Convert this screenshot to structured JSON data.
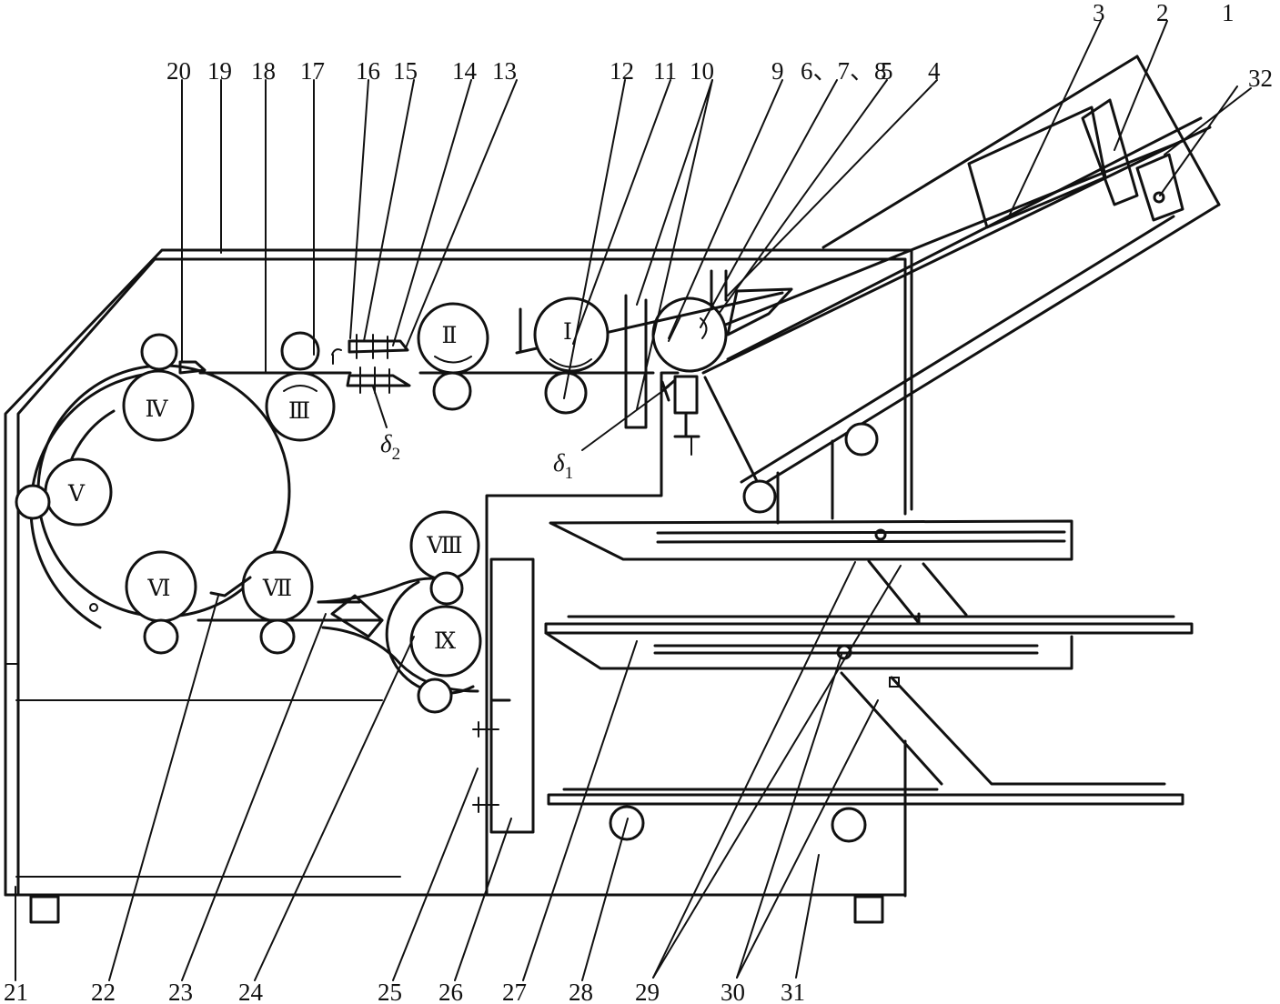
{
  "callouts_top": [
    "20",
    "19",
    "18",
    "17",
    "16",
    "15",
    "14",
    "13",
    "12",
    "11",
    "10",
    "9",
    "6、7、8",
    "5",
    "4",
    "3",
    "2",
    "1",
    "32"
  ],
  "callouts_bottom": [
    "21",
    "22",
    "23",
    "24",
    "25",
    "26",
    "27",
    "28",
    "29",
    "30",
    "31"
  ],
  "gaps": {
    "delta1_symbol": "δ",
    "delta1_sub": "1",
    "delta2_symbol": "δ",
    "delta2_sub": "2"
  },
  "rollers": [
    "Ⅰ",
    "Ⅱ",
    "Ⅲ",
    "Ⅳ",
    "Ⅴ",
    "Ⅵ",
    "Ⅶ",
    "Ⅷ",
    "Ⅸ"
  ]
}
